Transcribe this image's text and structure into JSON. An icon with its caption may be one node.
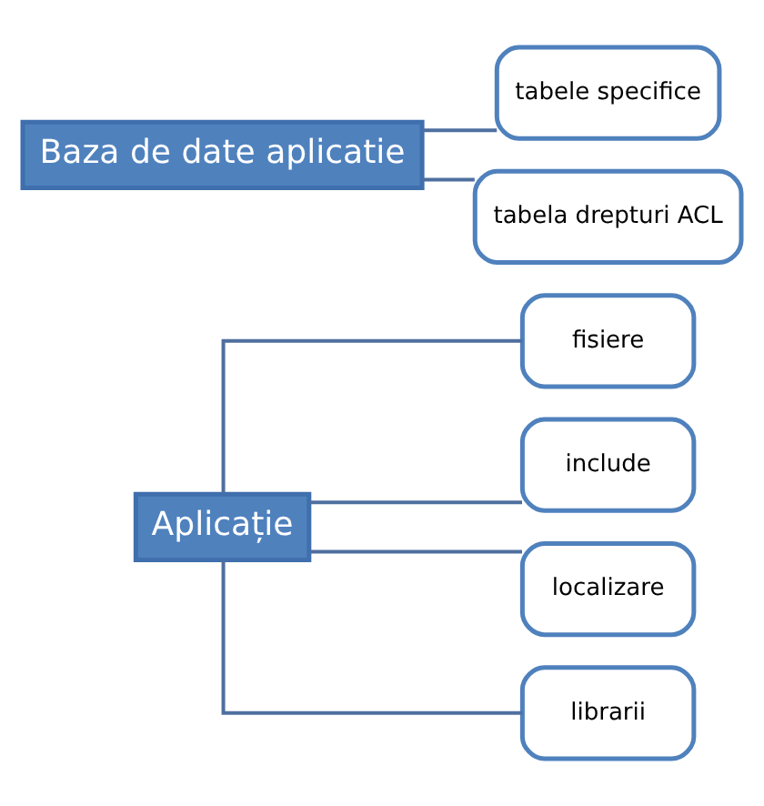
{
  "diagram": {
    "nodes": [
      {
        "text": [
          "Aplicație"
        ]
      },
      {
        "text": [
          "fisiere"
        ]
      },
      {
        "text": [
          "include"
        ]
      },
      {
        "text": [
          "localizare"
        ]
      },
      {
        "text": [
          "librarii"
        ]
      },
      {
        "text": [
          "Baza de date aplicatie"
        ]
      },
      {
        "text": [
          "tabele specifice"
        ]
      },
      {
        "text": [
          "tabela drepturi ACL"
        ]
      }
    ],
    "edges": [
      {
        "from": 0,
        "to": 1,
        "arrow": "none"
      },
      {
        "from": 0,
        "to": 2,
        "arrow": "none"
      },
      {
        "from": 0,
        "to": 3,
        "arrow": "none"
      },
      {
        "from": 0,
        "to": 4,
        "arrow": "none"
      },
      {
        "from": 5,
        "to": 6,
        "arrow": "none"
      },
      {
        "from": 5,
        "to": 7,
        "arrow": "none"
      }
    ]
  }
}
